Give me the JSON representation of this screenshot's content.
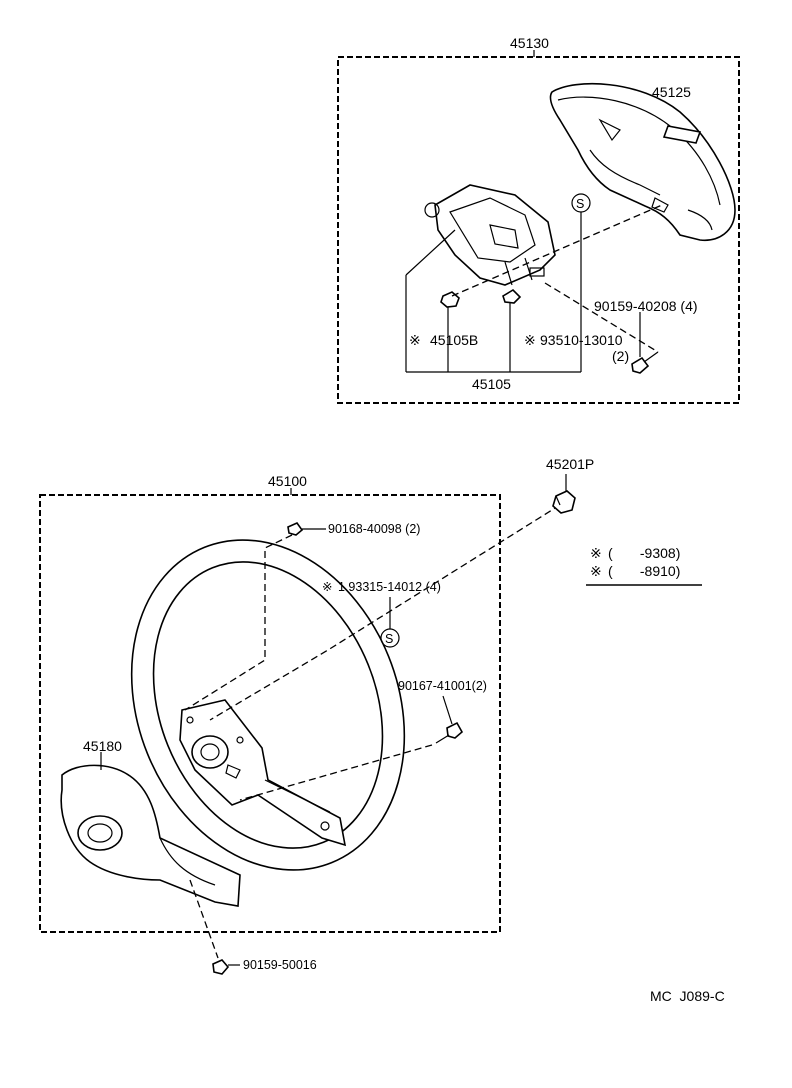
{
  "parts": {
    "p45130": "45130",
    "p45125": "45125",
    "p45105B": "45105B",
    "p93510": "93510-13010",
    "p93510_qty": "(2)",
    "p90159_40208": "90159-40208 (4)",
    "p45105": "45105",
    "p45201P": "45201P",
    "p45100": "45100",
    "p90168": "90168-40098 (2)",
    "p93315": "1 93315-14012 (4)",
    "p90167": "90167-41001(2)",
    "p45180": "45180",
    "p90159_50016": "90159-50016"
  },
  "marks": {
    "asterisk": "※",
    "s_symbol": "S"
  },
  "legend": {
    "row1": "(       -9308)",
    "row2": "(       -8910)"
  },
  "footer": {
    "code": "MC  J089-C"
  }
}
